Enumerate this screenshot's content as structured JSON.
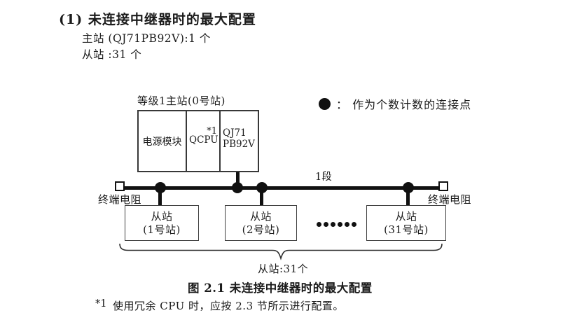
{
  "header": {
    "title": "(1) 未连接中继器时的最大配置",
    "master_line": "主站 (QJ71PB92V):1 个",
    "slave_line": "从站 :31 个"
  },
  "legend": {
    "dot_color": "#111111",
    "text": "：  作为个数计数的连接点"
  },
  "diagram": {
    "master_label": "等级1主站(0号站)",
    "master": {
      "power": "电源模块",
      "cpu": "QCPU",
      "cpu_footnote": "*1",
      "module_line1": "QJ71",
      "module_line2": "PB92V"
    },
    "segment_label": "1段",
    "terminator_left": "终端电阻",
    "terminator_right": "终端电阻",
    "slaves": [
      {
        "name": "从站",
        "station": "(1号站)"
      },
      {
        "name": "从站",
        "station": "(2号站)"
      },
      {
        "name": "从站",
        "station": "(31号站)"
      }
    ],
    "brace_label": "从站:31个"
  },
  "caption": "图 2.1 未连接中继器时的最大配置",
  "footnote": {
    "marker": "*1",
    "text": "使用冗余 CPU 时，应按 2.3 节所示进行配置。"
  },
  "colors": {
    "line": "#111111",
    "text": "#1b1b1b",
    "background": "#ffffff"
  }
}
